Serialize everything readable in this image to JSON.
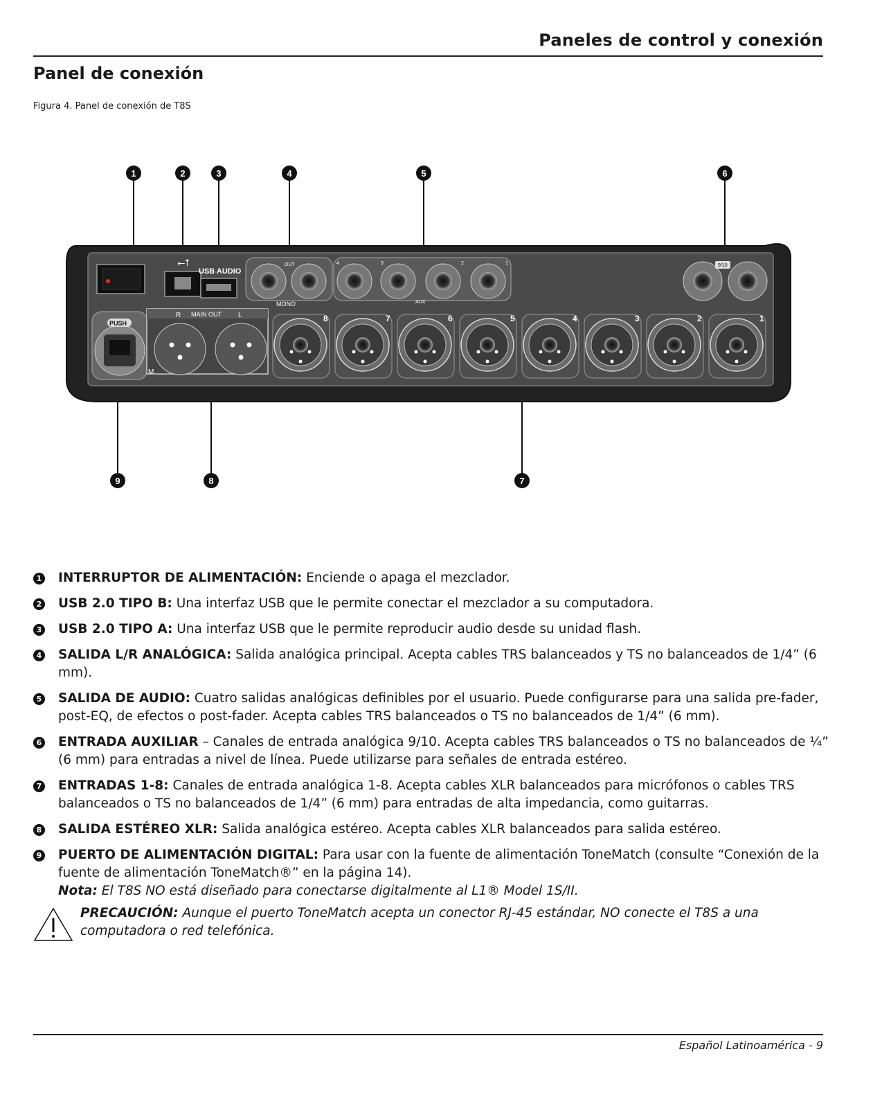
{
  "header": {
    "title": "Paneles de control y conexión"
  },
  "section": {
    "title": "Panel de conexión"
  },
  "figure": {
    "caption": "Figura 4. Panel de conexión de T8S",
    "callouts": [
      "1",
      "2",
      "3",
      "4",
      "5",
      "6",
      "7",
      "8",
      "9"
    ],
    "labels": {
      "usb_audio": "USB AUDIO",
      "push": "PUSH",
      "main_out": "MAIN OUT",
      "r": "R",
      "l": "L",
      "out": "OUT",
      "mono": "MONO",
      "aux": "AUX",
      "aux_in": "9/10",
      "m": "M",
      "aux_nums": [
        "4",
        "3",
        "2",
        "1"
      ],
      "input_nums": [
        "8",
        "7",
        "6",
        "5",
        "4",
        "3",
        "2",
        "1"
      ]
    }
  },
  "items": [
    {
      "num": "1",
      "label": "INTERRUPTOR DE ALIMENTACIÓN:",
      "text": " Enciende o apaga el mezclador."
    },
    {
      "num": "2",
      "label": "USB 2.0 TIPO B:",
      "text": " Una interfaz USB que le permite conectar el mezclador a su computadora."
    },
    {
      "num": "3",
      "label": "USB 2.0 TIPO A:",
      "text": " Una interfaz USB que le permite reproducir audio desde su unidad flash."
    },
    {
      "num": "4",
      "label": "SALIDA L/R ANALÓGICA:",
      "text": " Salida analógica principal. Acepta cables TRS balanceados y TS no balanceados de 1/4” (6 mm)."
    },
    {
      "num": "5",
      "label": "SALIDA DE AUDIO:",
      "text": " Cuatro salidas analógicas definibles por el usuario. Puede configurarse para una salida pre-fader, post-EQ, de efectos o post-fader. Acepta cables TRS balanceados o TS no balanceados de 1/4” (6 mm)."
    },
    {
      "num": "6",
      "label": "ENTRADA AUXILIAR",
      "text": " – Canales de entrada analógica 9/10. Acepta cables TRS balanceados o TS no balanceados de ¼” (6 mm) para entradas a nivel de línea. Puede utilizarse para señales de entrada estéreo."
    },
    {
      "num": "7",
      "label": "ENTRADAS 1-8:",
      "text": " Canales de entrada analógica 1-8. Acepta cables XLR balanceados para micrófonos o cables TRS balanceados o TS no balanceados de 1/4” (6 mm) para entradas de alta impedancia, como guitarras."
    },
    {
      "num": "8",
      "label": "SALIDA ESTÉREO XLR:",
      "text": " Salida analógica estéreo. Acepta cables XLR balanceados para salida estéreo."
    },
    {
      "num": "9",
      "label": "PUERTO DE ALIMENTACIÓN DIGITAL:",
      "text": " Para usar con la fuente de alimentación ToneMatch (consulte “Conexión de la fuente de alimentación ToneMatch®” en la página 14).",
      "note_label": "Nota:",
      "note_text": " El T8S NO está diseñado para conectarse digitalmente al L1® Model 1S/II."
    }
  ],
  "caution": {
    "label": "PRECAUCIÓN:",
    "text": " Aunque el puerto ToneMatch acepta un conector RJ-45 estándar, NO conecte el T8S a una computadora o red telefónica."
  },
  "footer": {
    "text": "Español Latinoamérica - 9"
  }
}
